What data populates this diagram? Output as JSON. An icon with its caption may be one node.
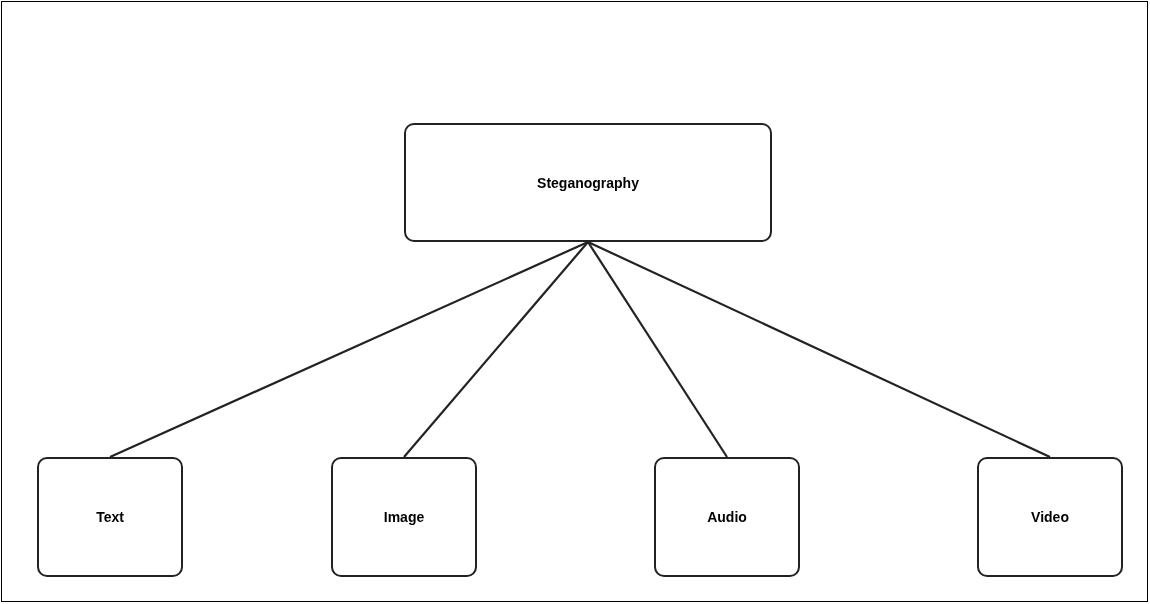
{
  "diagram": {
    "nodes": [
      {
        "text": [
          "Steganography"
        ]
      },
      {
        "text": [
          "Text"
        ]
      },
      {
        "text": [
          "Image"
        ]
      },
      {
        "text": [
          "Audio"
        ]
      },
      {
        "text": [
          "Video"
        ]
      }
    ],
    "edges": [
      {
        "from": 0,
        "to": 1,
        "arrow": "none"
      },
      {
        "from": 0,
        "to": 2,
        "arrow": "none"
      },
      {
        "from": 0,
        "to": 3,
        "arrow": "none"
      },
      {
        "from": 0,
        "to": 4,
        "arrow": "none"
      }
    ]
  }
}
